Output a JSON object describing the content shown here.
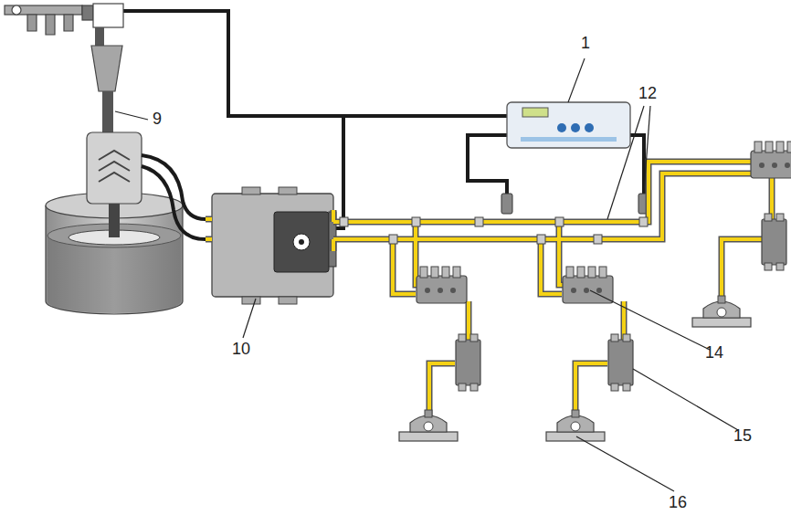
{
  "diagram": {
    "labels": [
      "1",
      "12",
      "9",
      "10",
      "14",
      "15",
      "16"
    ]
  }
}
